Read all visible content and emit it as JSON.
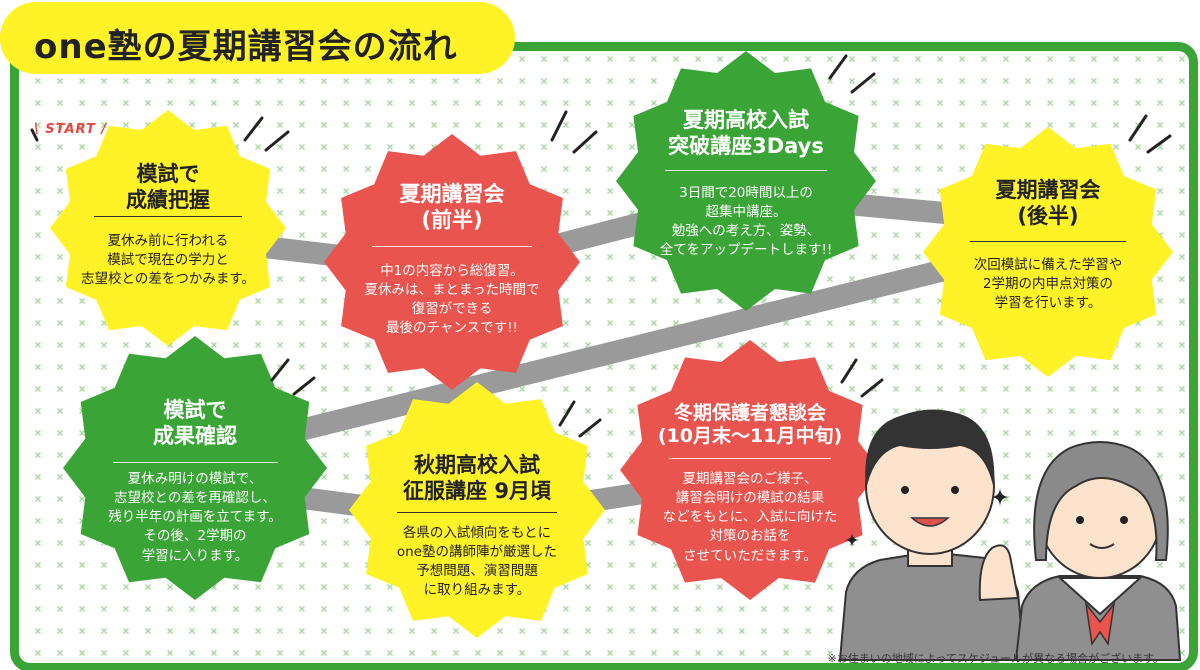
{
  "header": {
    "title": "one塾の夏期講習会の流れ"
  },
  "start_label": "\\ START /",
  "steps": [
    {
      "title_lines": [
        "模試で",
        "成績把握"
      ],
      "body_lines": [
        "夏休み前に行われる",
        "模試で現在の学力と",
        "志望校との差をつかみます。"
      ]
    },
    {
      "title_lines": [
        "夏期講習会",
        "(前半)"
      ],
      "body_lines": [
        "中1の内容から総復習。",
        "夏休みは、まとまった時間で",
        "復習ができる",
        "最後のチャンスです!!"
      ]
    },
    {
      "title_lines": [
        "夏期高校入試",
        "突破講座3Days"
      ],
      "body_lines": [
        "3日間で20時間以上の",
        "超集中講座。",
        "勉強への考え方、姿勢、",
        "全てをアップデートします!!"
      ]
    },
    {
      "title_lines": [
        "夏期講習会",
        "(後半)"
      ],
      "body_lines": [
        "次回模試に備えた学習や",
        "2学期の内申点対策の",
        "学習を行います。"
      ]
    },
    {
      "title_lines": [
        "模試で",
        "成果確認"
      ],
      "body_lines": [
        "夏休み明けの模試で、",
        "志望校との差を再確認し、",
        "残り半年の計画を立てます。",
        "その後、2学期の",
        "学習に入ります。"
      ]
    },
    {
      "title_lines": [
        "秋期高校入試",
        "征服講座 9月頃"
      ],
      "body_lines": [
        "各県の入試傾向をもとに",
        "one塾の講師陣が厳選した",
        "予想問題、演習問題",
        "に取り組みます。"
      ]
    },
    {
      "title_lines": [
        "冬期保護者懇談会",
        "(10月末〜11月中旬)"
      ],
      "body_lines": [
        "夏期講習会のご様子、",
        "講習会明けの模試の結果",
        "などをもとに、入試に向けた",
        "対策のお話を",
        "させていただきます。"
      ]
    }
  ],
  "footnote": "※お住まいの地域によってスケジュールが異なる場合がございます。",
  "colors": {
    "green": "#3aa536",
    "red": "#e9544e",
    "yellow": "#fff227",
    "path": "#9a9a9a",
    "dots": "#9fd59a"
  }
}
